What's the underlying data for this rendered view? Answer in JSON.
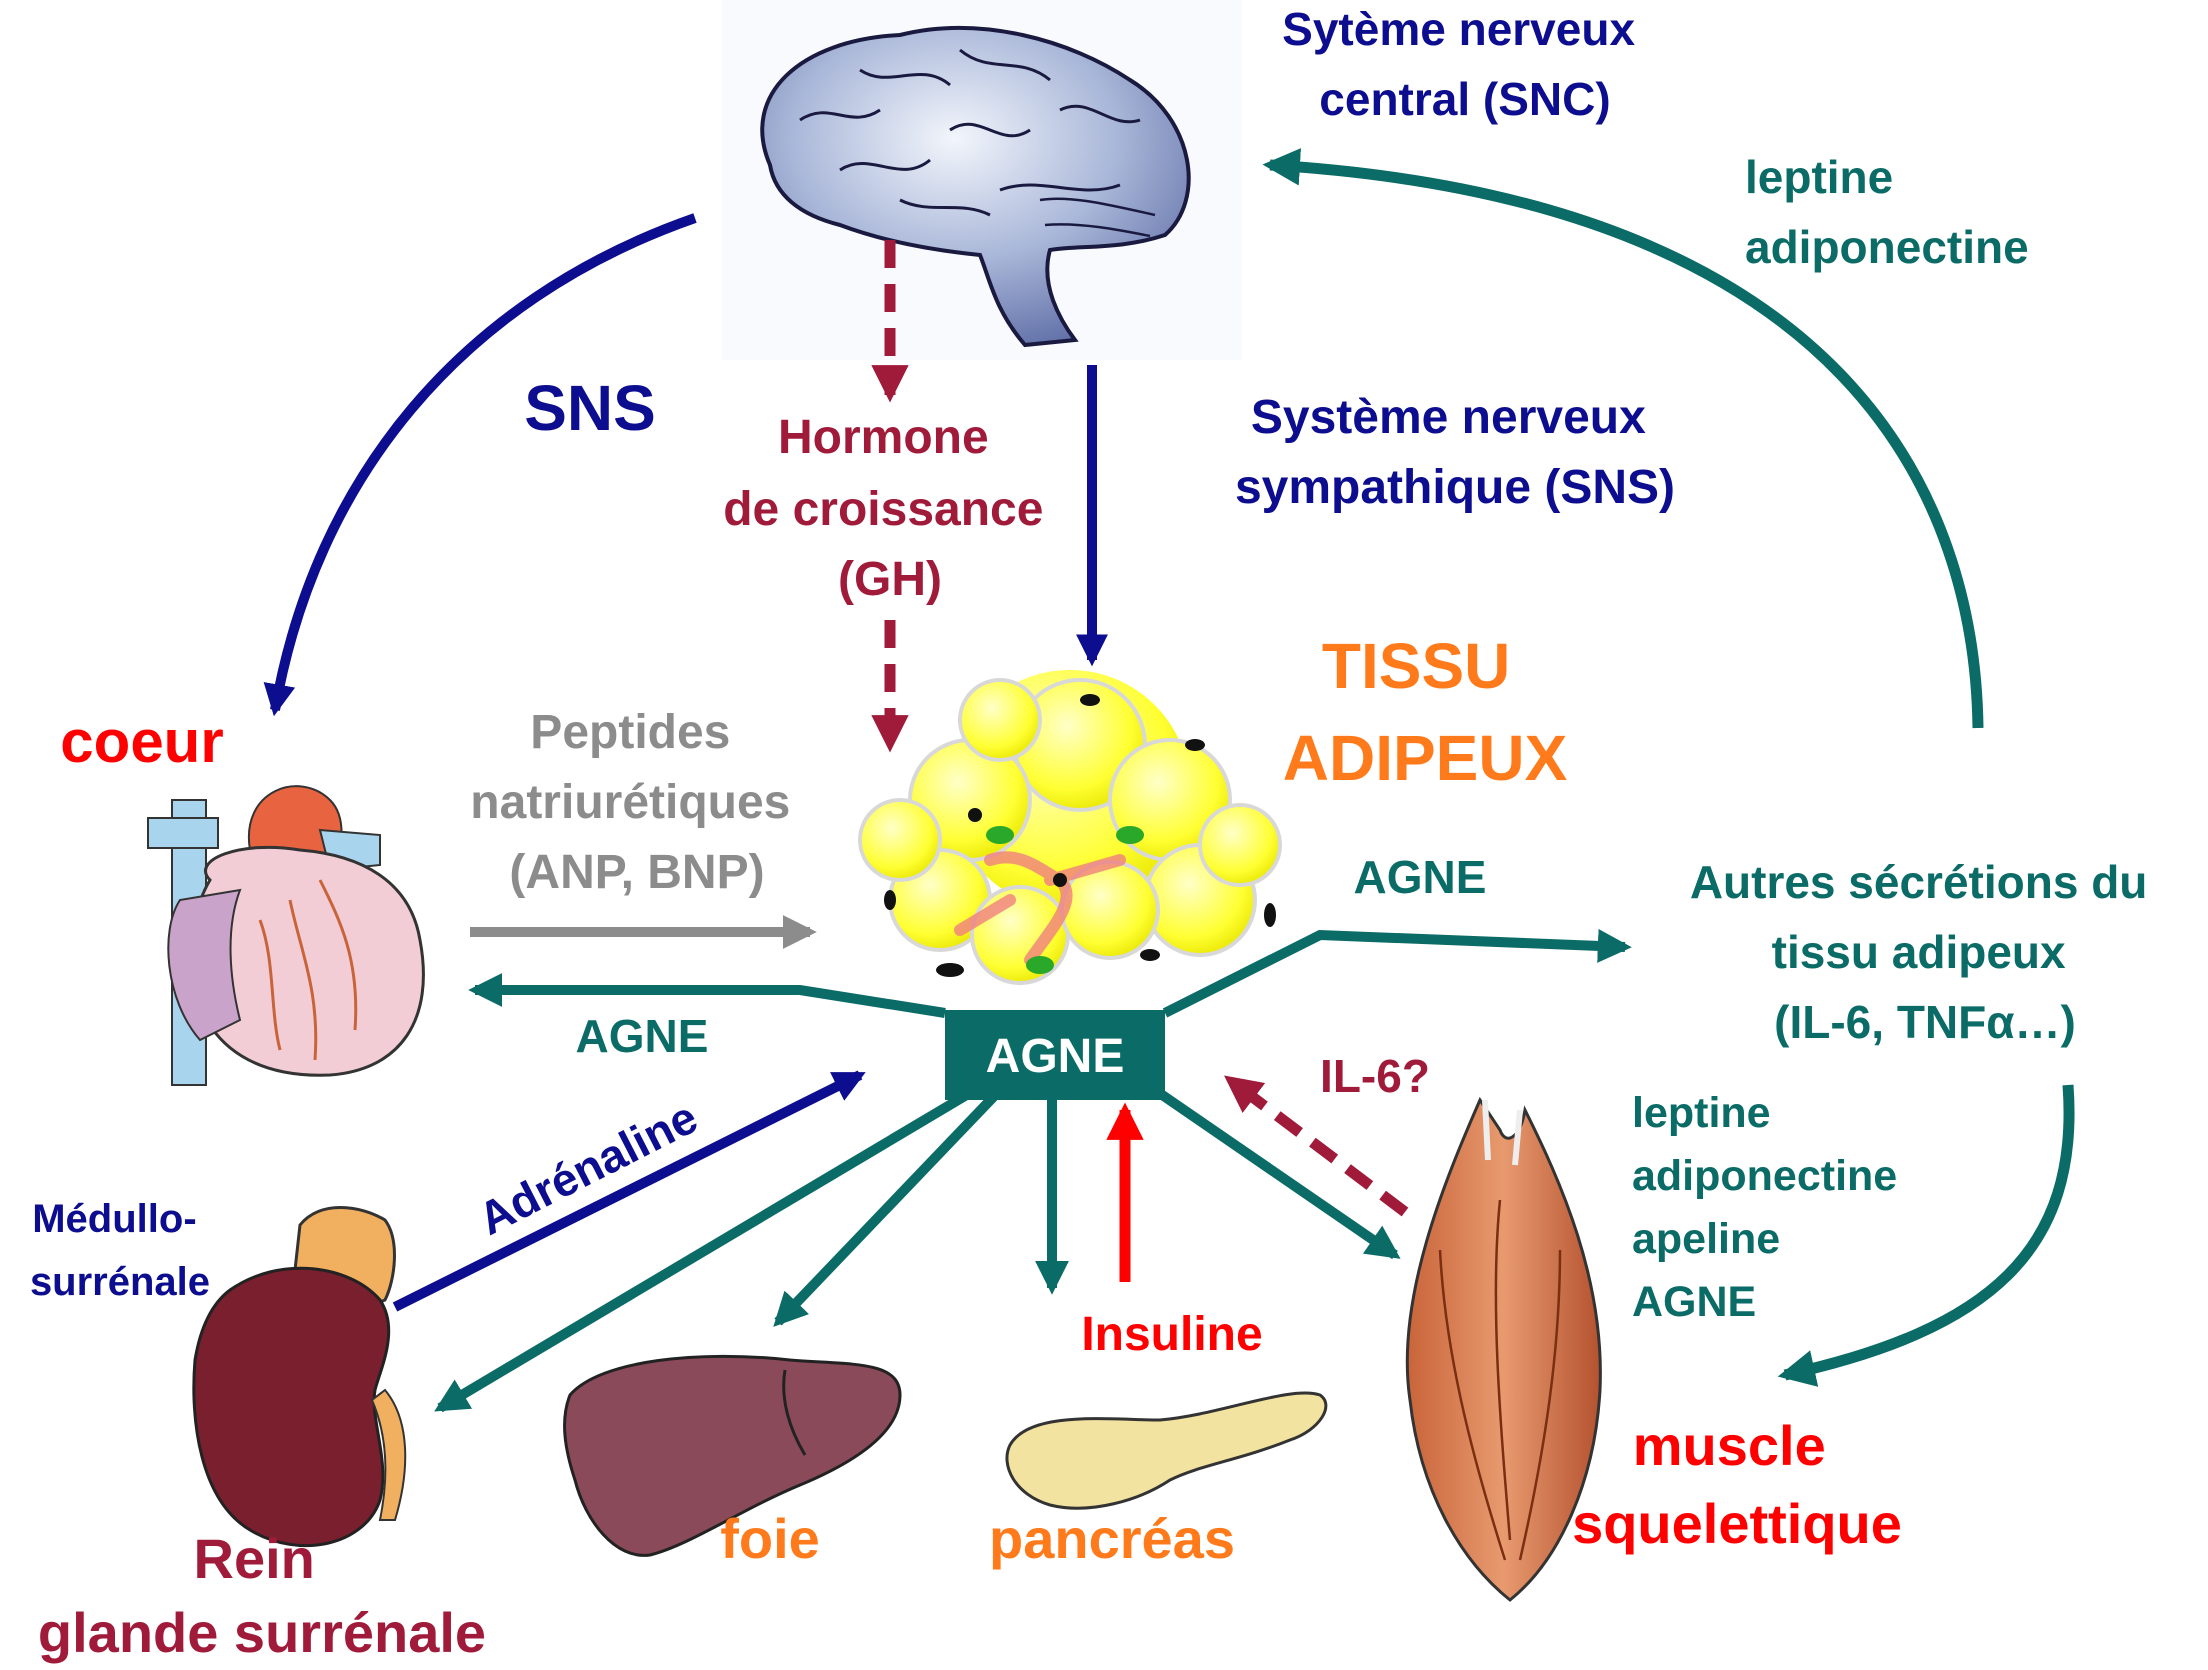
{
  "colors": {
    "navy": "#0d0d8f",
    "teal": "#0b6b66",
    "darkred": "#a01a3a",
    "red": "#ff0000",
    "orange": "#ff7a1a",
    "gray": "#8c8c8c"
  },
  "organs": {
    "brain": "brain-icon",
    "heart": "heart-icon",
    "kidney": "kidney-adrenal-icon",
    "liver": "liver-icon",
    "pancreas": "pancreas-icon",
    "muscle": "muscle-icon",
    "adipose": "adipose-tissue-icon"
  },
  "labels": {
    "snc": [
      "Sytème nerveux",
      "central (SNC)"
    ],
    "sns_short": "SNS",
    "hormone": [
      "Hormone",
      "de croissance",
      "(GH)"
    ],
    "sns_long": [
      "Système nerveux",
      "sympathique (SNS)"
    ],
    "leptine_top": [
      "leptine",
      "adiponectine"
    ],
    "tissu": [
      "TISSU",
      "ADIPEUX"
    ],
    "coeur": "coeur",
    "peptides": [
      "Peptides",
      "natriurétiques",
      "(ANP, BNP)"
    ],
    "agne_right": "AGNE",
    "autres": [
      "Autres sécrétions du",
      "tissu adipeux",
      "(IL-6, TNFα…)"
    ],
    "agne_left": "AGNE",
    "agne_box": "AGNE",
    "il6": "IL-6?",
    "adrenaline": "Adrénaline",
    "medullo": [
      "Médullo-",
      "surrénale"
    ],
    "secretions_list": [
      "leptine",
      "adiponectine",
      "apeline",
      "AGNE"
    ],
    "insuline": "Insuline",
    "muscle": [
      "muscle",
      "squelettique"
    ],
    "rein": [
      "Rein",
      "glande surrénale"
    ],
    "foie": "foie",
    "pancreas": "pancréas"
  }
}
